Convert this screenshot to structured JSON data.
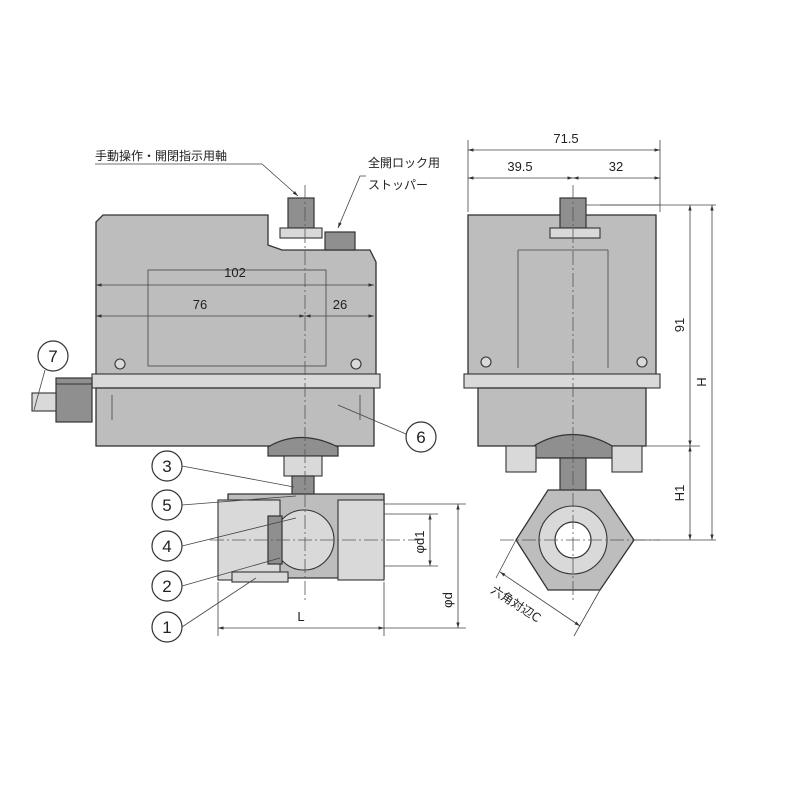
{
  "labels": {
    "manual_shaft": "手動操作・開閉指示用軸",
    "stopper_line1": "全開ロック用",
    "stopper_line2": "ストッパー",
    "hex_label": "六角対辺C"
  },
  "front_dims": {
    "overall_width": "102",
    "left_width": "76",
    "right_width": "26",
    "length": "L",
    "bore_d1": "φd1",
    "bore_d": "φd"
  },
  "side_dims": {
    "overall_width": "71.5",
    "left_width": "39.5",
    "right_width": "32",
    "actuator_height": "91",
    "total_height": "H",
    "lower_height": "H1"
  },
  "callouts": [
    "1",
    "2",
    "3",
    "4",
    "5",
    "6",
    "7"
  ]
}
